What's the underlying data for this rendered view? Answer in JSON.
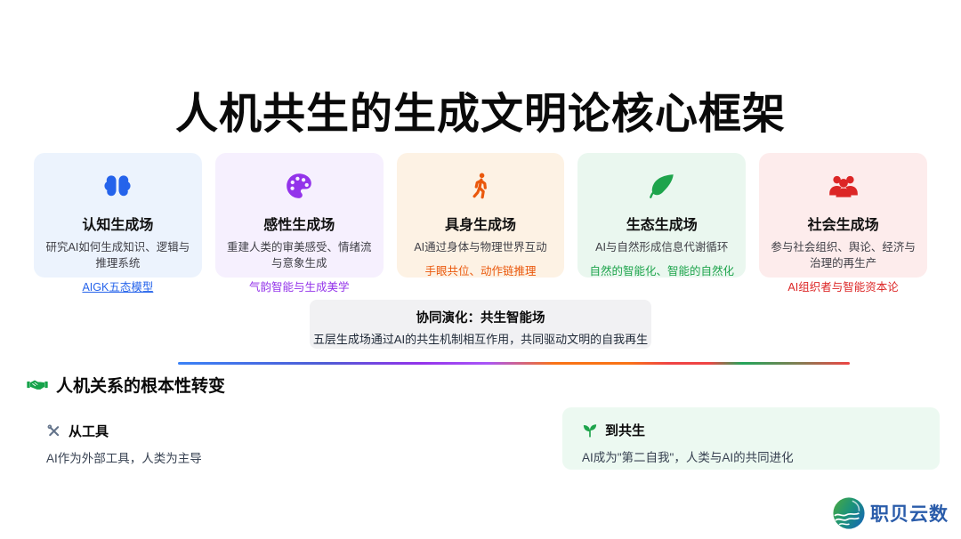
{
  "title": "人机共生的生成文明论核心框架",
  "colors": {
    "accent_blue": "#2563eb",
    "accent_purple": "#9333ea",
    "accent_orange": "#ea580c",
    "accent_green": "#1ea44c",
    "accent_red": "#dc2626",
    "bg_blue": "#ecf3fd",
    "bg_purple": "#f6f0fe",
    "bg_orange": "#fdf2e4",
    "bg_green": "#eaf7ef",
    "bg_red": "#fdecec",
    "synergy_bg": "#f1f1f3",
    "to_box_bg": "#ecf9f1",
    "tools_gray": "#64748b",
    "seedling_green": "#1ea44c",
    "handshake_green": "#16a34a",
    "logo_blue": "#2a5caa"
  },
  "cards": [
    {
      "icon": "brain-icon",
      "title": "认知生成场",
      "description": "研究AI如何生成知识、逻辑与推理系统",
      "link": "AIGK五态模型"
    },
    {
      "icon": "palette-icon",
      "title": "感性生成场",
      "description": "重建人类的审美感受、情绪流与意象生成",
      "link": "气韵智能与生成美学"
    },
    {
      "icon": "walking-person-icon",
      "title": "具身生成场",
      "description": "AI通过身体与物理世界互动",
      "link": "手眼共位、动作链推理"
    },
    {
      "icon": "leaf-icon",
      "title": "生态生成场",
      "description": "AI与自然形成信息代谢循环",
      "link": "自然的智能化、智能的自然化"
    },
    {
      "icon": "users-icon",
      "title": "社会生成场",
      "description": "参与社会组织、舆论、经济与治理的再生产",
      "link": "AI组织者与智能资本论"
    }
  ],
  "synergy": {
    "title": "协同演化：共生智能场",
    "description": "五层生成场通过AI的共生机制相互作用，共同驱动文明的自我再生"
  },
  "transformation": {
    "heading": "人机关系的根本性转变",
    "from": {
      "title": "从工具",
      "description": "AI作为外部工具，人类为主导"
    },
    "to": {
      "title": "到共生",
      "description": "AI成为\"第二自我\"，人类与AI的共同进化"
    }
  },
  "logo": {
    "text": "职贝云数"
  }
}
